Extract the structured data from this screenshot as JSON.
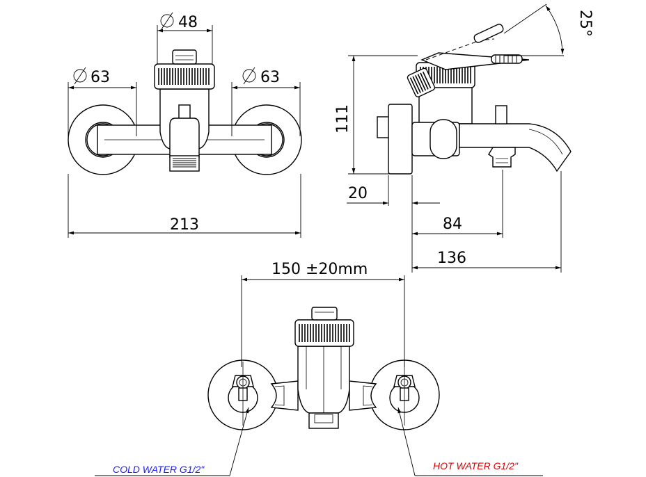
{
  "front_view": {
    "dia_top": "48",
    "dia_left": "63",
    "dia_right": "63",
    "width": "213",
    "dia_symbol": "Ø"
  },
  "side_view": {
    "height": "111",
    "angle": "25°",
    "plate": "20",
    "outlet": "84",
    "depth": "136"
  },
  "bottom_view": {
    "center_distance": "150 ±20mm",
    "cold_label": "COLD WATER G1/2\"",
    "hot_label": "HOT WATER G1/2\""
  },
  "colors": {
    "cold": "#1a1aff",
    "hot": "#e00000",
    "line": "#000000"
  }
}
